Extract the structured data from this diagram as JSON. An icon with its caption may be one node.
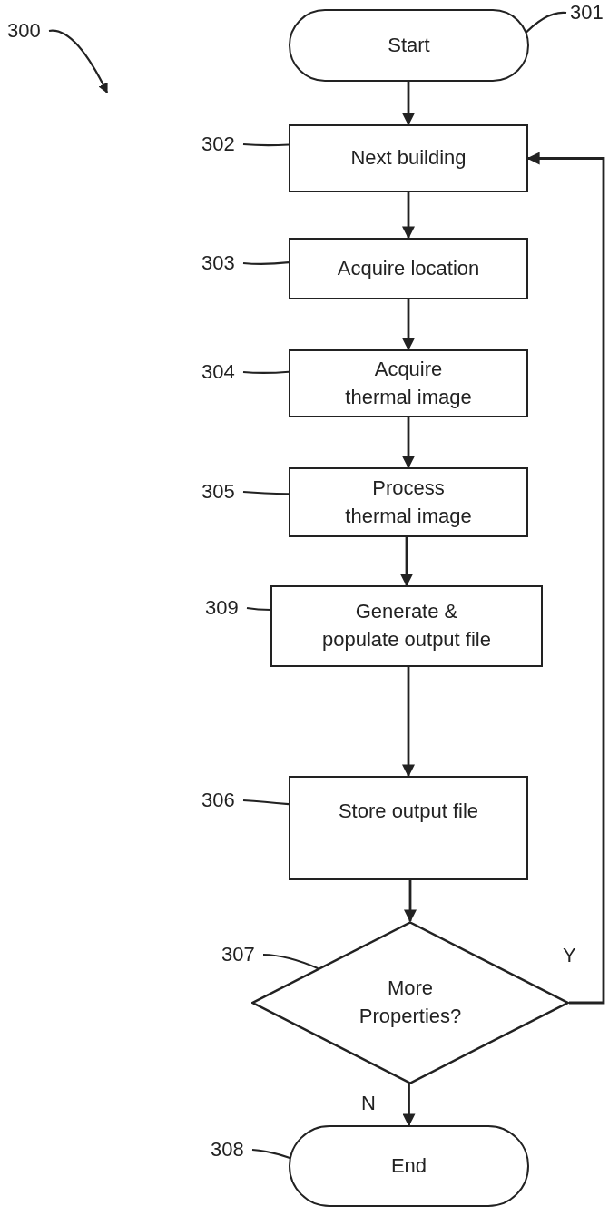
{
  "diagram": {
    "nodes": [
      {
        "text": [
          "Start"
        ]
      },
      {
        "text": [
          "Next building"
        ]
      },
      {
        "text": [
          "Acquire location"
        ]
      },
      {
        "text": [
          "Acquire thermal image"
        ]
      },
      {
        "text": [
          "Process thermal image"
        ]
      },
      {
        "text": [
          "Generate & populate output file"
        ]
      },
      {
        "text": [
          "Store output file"
        ]
      },
      {
        "text": [
          "More Properties?"
        ]
      },
      {
        "text": [
          "End"
        ]
      },
      {
        "text": [
          "300"
        ]
      },
      {
        "text": [
          "301"
        ]
      },
      {
        "text": [
          "302"
        ]
      },
      {
        "text": [
          "303"
        ]
      },
      {
        "text": [
          "304"
        ]
      },
      {
        "text": [
          "305"
        ]
      },
      {
        "text": [
          "309"
        ]
      },
      {
        "text": [
          "306"
        ]
      },
      {
        "text": [
          "307"
        ]
      },
      {
        "text": [
          "308"
        ]
      }
    ],
    "edges": [
      {
        "from": 0,
        "to": 1,
        "arrow": "to"
      },
      {
        "from": 1,
        "to": 2,
        "arrow": "to"
      },
      {
        "from": 2,
        "to": 3,
        "arrow": "to"
      },
      {
        "from": 3,
        "to": 4,
        "arrow": "to"
      },
      {
        "from": 4,
        "to": 5,
        "arrow": "to"
      },
      {
        "from": 5,
        "to": 6,
        "arrow": "to"
      },
      {
        "from": 6,
        "to": 7,
        "arrow": "to"
      },
      {
        "from": 7,
        "to": 1,
        "arrow": "to",
        "label": "Y"
      },
      {
        "from": 7,
        "to": 8,
        "arrow": "to",
        "label": "N"
      },
      {
        "from": 9,
        "to": null,
        "arrow": "to"
      },
      {
        "from": 10,
        "to": 0,
        "arrow": "none"
      },
      {
        "from": 11,
        "to": 1,
        "arrow": "none"
      },
      {
        "from": 12,
        "to": 2,
        "arrow": "none"
      },
      {
        "from": 13,
        "to": 3,
        "arrow": "none"
      },
      {
        "from": 14,
        "to": 4,
        "arrow": "none"
      },
      {
        "from": 15,
        "to": 5,
        "arrow": "none"
      },
      {
        "from": 16,
        "to": 6,
        "arrow": "none"
      },
      {
        "from": 17,
        "to": 7,
        "arrow": "none"
      },
      {
        "from": 18,
        "to": 8,
        "arrow": "none"
      }
    ]
  }
}
